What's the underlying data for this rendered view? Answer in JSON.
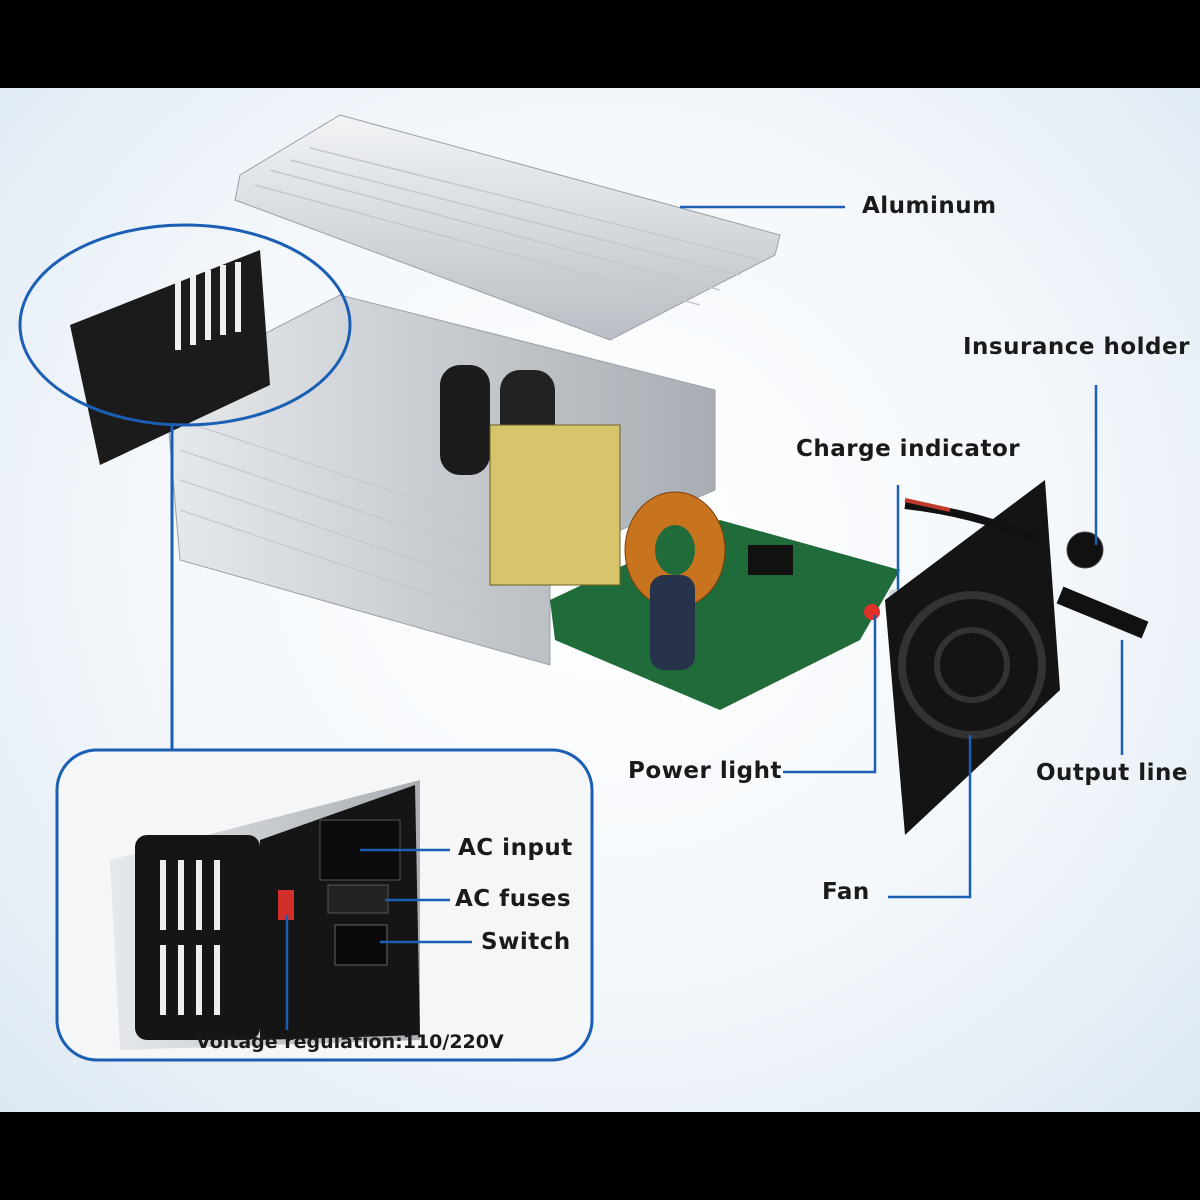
{
  "labels": {
    "aluminum": "Aluminum",
    "insurance_holder": "Insurance holder",
    "charge_indicator": "Charge indicator",
    "power_light": "Power light",
    "output_line": "Output line",
    "fan": "Fan",
    "ac_input": "AC input",
    "ac_fuses": "AC fuses",
    "switch": "Switch",
    "voltage_regulation": "Voltage regulation:110/220V"
  },
  "colors": {
    "leader": "#1a5fb4",
    "background": "#f3f7fb"
  }
}
